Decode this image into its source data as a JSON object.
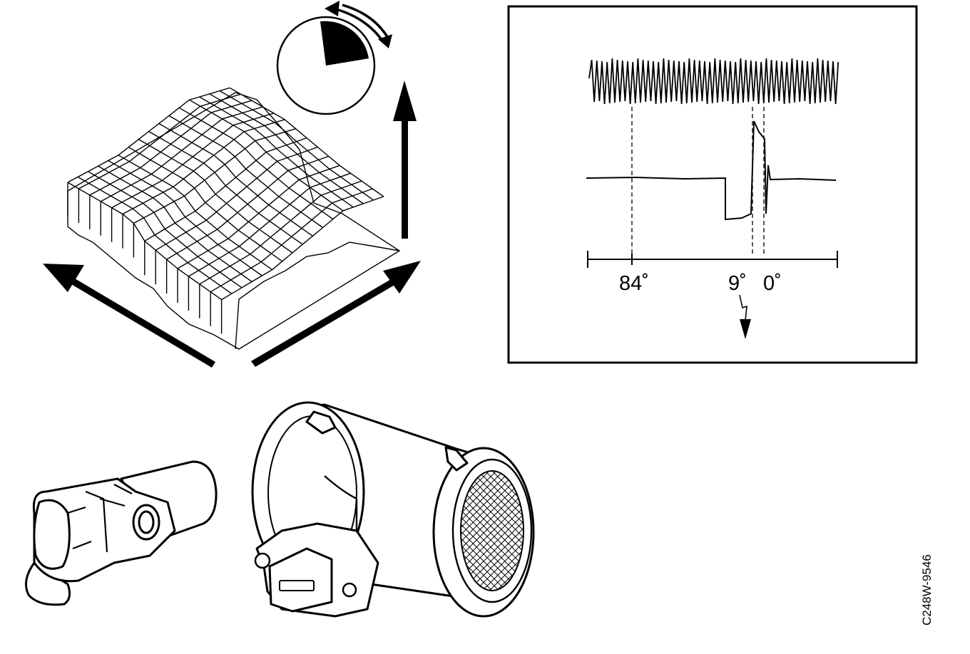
{
  "figure_id": "C248W-9546",
  "scope": {
    "angle_labels": [
      "84˚",
      "9˚",
      "0˚"
    ]
  },
  "colors": {
    "ink": "#000000",
    "paper": "#ffffff"
  },
  "icons": [
    "rotation-arrows-icon",
    "pie-wheel-icon",
    "up-arrow-icon",
    "left-arrow-icon",
    "right-arrow-icon",
    "lightning-arrow-icon"
  ]
}
